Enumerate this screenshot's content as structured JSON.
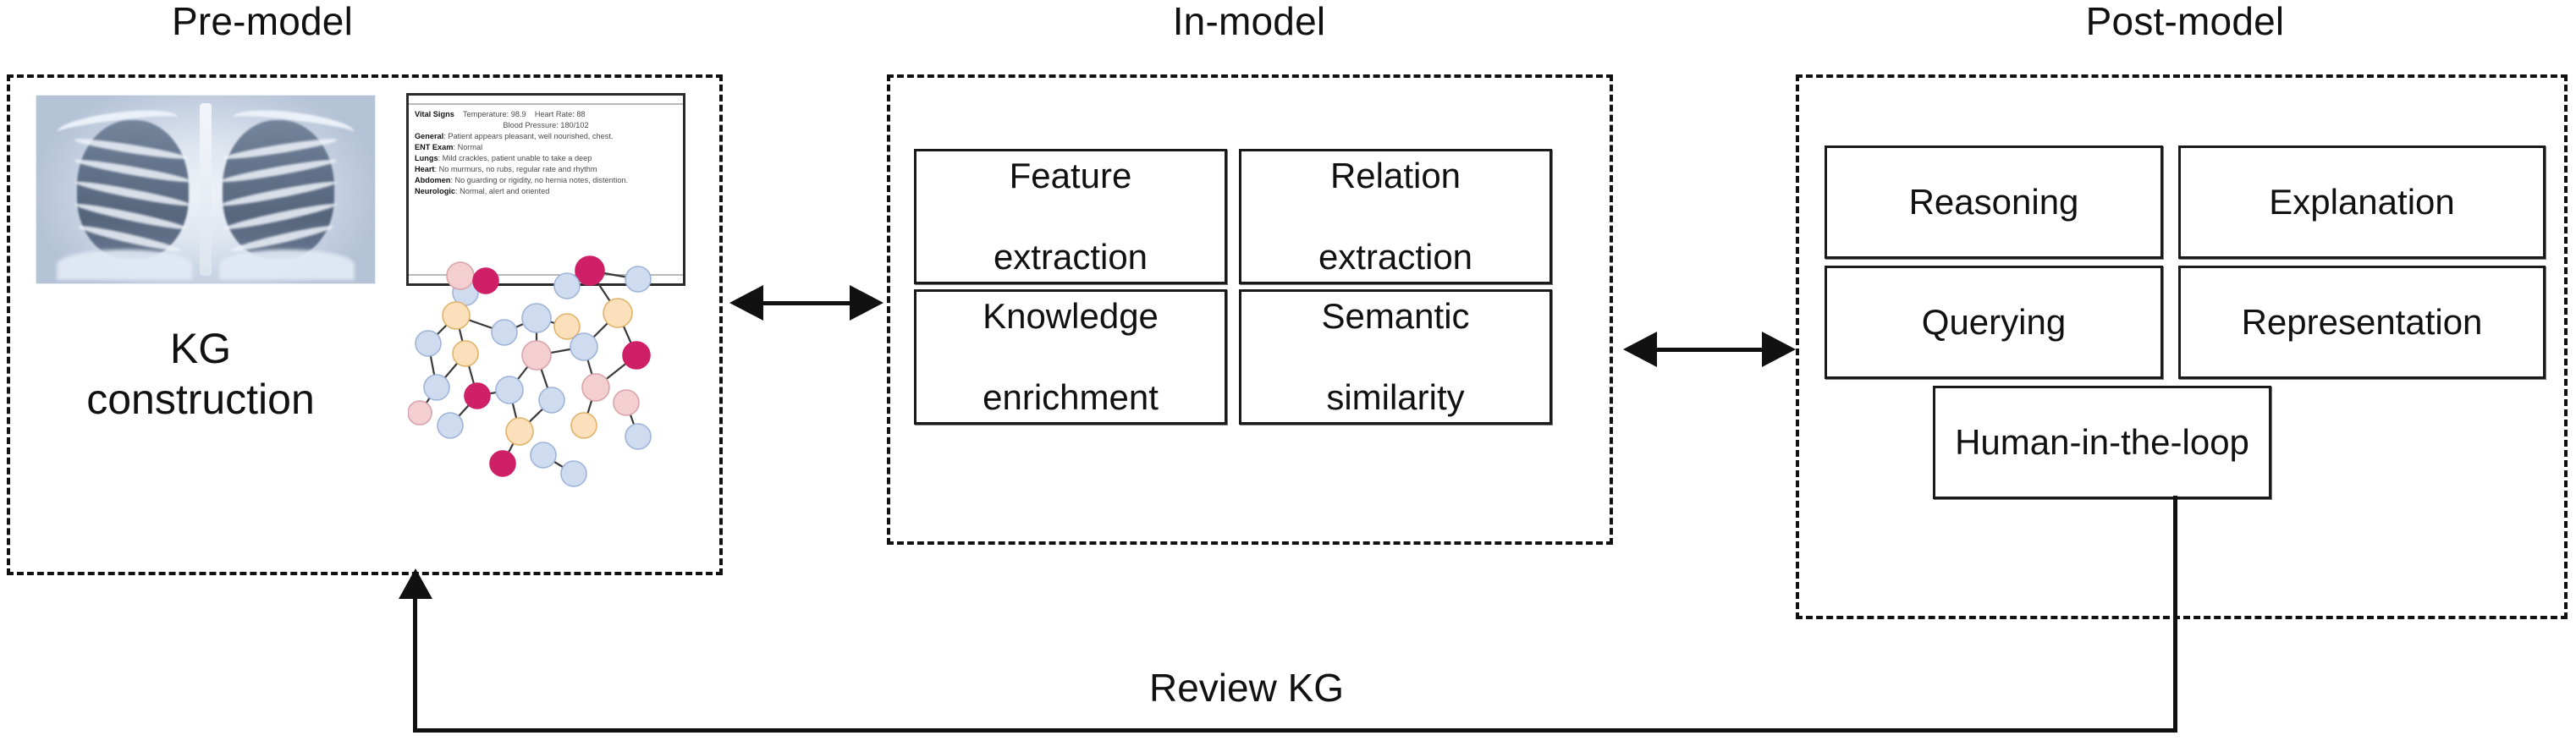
{
  "diagram": {
    "title_pre": "Pre-model",
    "title_in": "In-model",
    "title_post": "Post-model"
  },
  "pre_model": {
    "kg_label_line1": "KG",
    "kg_label_line2": "construction",
    "xray_alt": "chest-xray",
    "clinical_note": {
      "vitals_label": "Vital Signs",
      "vitals_temp": "Temperature: 98.9",
      "vitals_hr": "Heart Rate: 88",
      "vitals_bp": "Blood Pressure: 180/102",
      "lines": [
        {
          "label": "General",
          "text": "Patient appears pleasant, well nourished, chest."
        },
        {
          "label": "ENT Exam",
          "text": "Normal"
        },
        {
          "label": "Lungs",
          "text": "Mild crackles, patient unable to take a deep"
        },
        {
          "label": "Heart",
          "text": "No murmurs, no rubs, regular rate and rhythm"
        },
        {
          "label": "Abdomen",
          "text": "No guarding or rigidity, no hernia notes, distention."
        },
        {
          "label": "Neurologic",
          "text": "Normal, alert and oriented"
        }
      ]
    },
    "kg_graph": {
      "node_colors": {
        "light_blue": "#cfdcf0",
        "peach": "#fbe0bb",
        "pink": "#f3cfd2",
        "magenta": "#cf1f67"
      },
      "edge_color": "#3a3a3a"
    }
  },
  "in_model": {
    "cards": [
      {
        "id": "feature-extraction",
        "line1": "Feature",
        "line2": "extraction"
      },
      {
        "id": "relation-extraction",
        "line1": "Relation",
        "line2": "extraction"
      },
      {
        "id": "knowledge-enrichment",
        "line1": "Knowledge",
        "line2": "enrichment"
      },
      {
        "id": "semantic-similarity",
        "line1": "Semantic",
        "line2": "similarity"
      }
    ]
  },
  "post_model": {
    "cards": [
      {
        "id": "reasoning",
        "label": "Reasoning"
      },
      {
        "id": "explanation",
        "label": "Explanation"
      },
      {
        "id": "querying",
        "label": "Querying"
      },
      {
        "id": "representation",
        "label": "Representation"
      }
    ],
    "hitl": {
      "id": "human-in-the-loop",
      "label": "Human-in-the-loop"
    }
  },
  "connectors": {
    "pre_in_arrow": "bidirectional",
    "in_post_arrow": "bidirectional",
    "feedback_label": "Review KG"
  }
}
